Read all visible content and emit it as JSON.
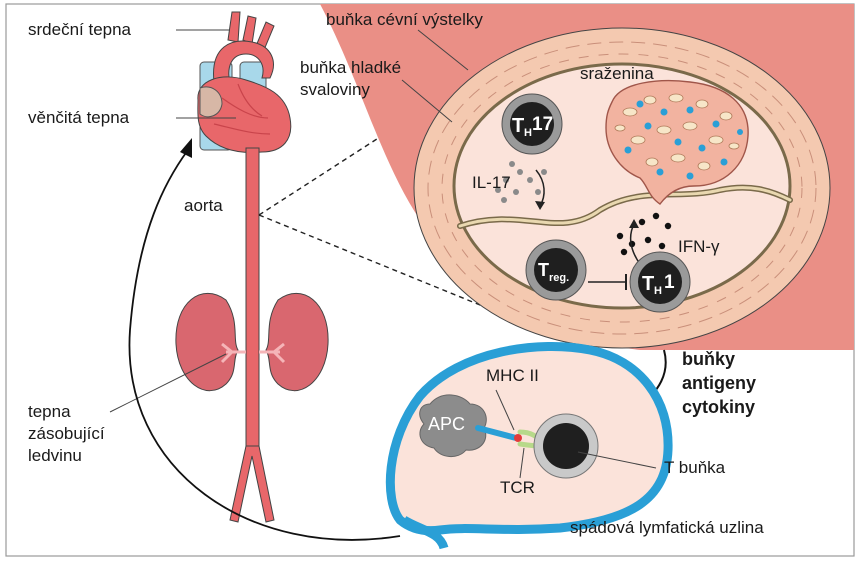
{
  "labels": {
    "coronary_artery": "srdeční tepna",
    "cardiac_artery": "věnčitá tepna",
    "aorta": "aorta",
    "renal_artery_1": "tepna",
    "renal_artery_2": "zásobující",
    "renal_artery_3": "ledvinu",
    "endothelial_cell": "buňka cévní výstelky",
    "smooth_muscle_1": "buňka hladké",
    "smooth_muscle_2": "svaloviny",
    "clot": "sraženina",
    "il17": "IL-17",
    "ifn": "IFN-γ",
    "th17_main": "T",
    "th17_sub": "H",
    "th17_num": "17",
    "treg_main": "T",
    "treg_sub": "reg.",
    "th1_main": "T",
    "th1_sub": "H",
    "th1_num": "1",
    "apc": "APC",
    "mhc": "MHC II",
    "tcr": "TCR",
    "t_cell": "T buňka",
    "lymph_node": "spádová lymfatická uzlina",
    "arrow_line1": "buňky",
    "arrow_line2": "antigeny",
    "arrow_line3": "cytokiny"
  },
  "colors": {
    "artery": "#e8676a",
    "artery_dark": "#c9444b",
    "kidney": "#d9676f",
    "wall": "#f4c9b0",
    "wall_outer": "#ea8f86",
    "lumen": "#fbe3da",
    "lymph_border": "#2a9fd6",
    "cell_ring": "#8f8f8f",
    "cell_core": "#1f1f1f"
  }
}
